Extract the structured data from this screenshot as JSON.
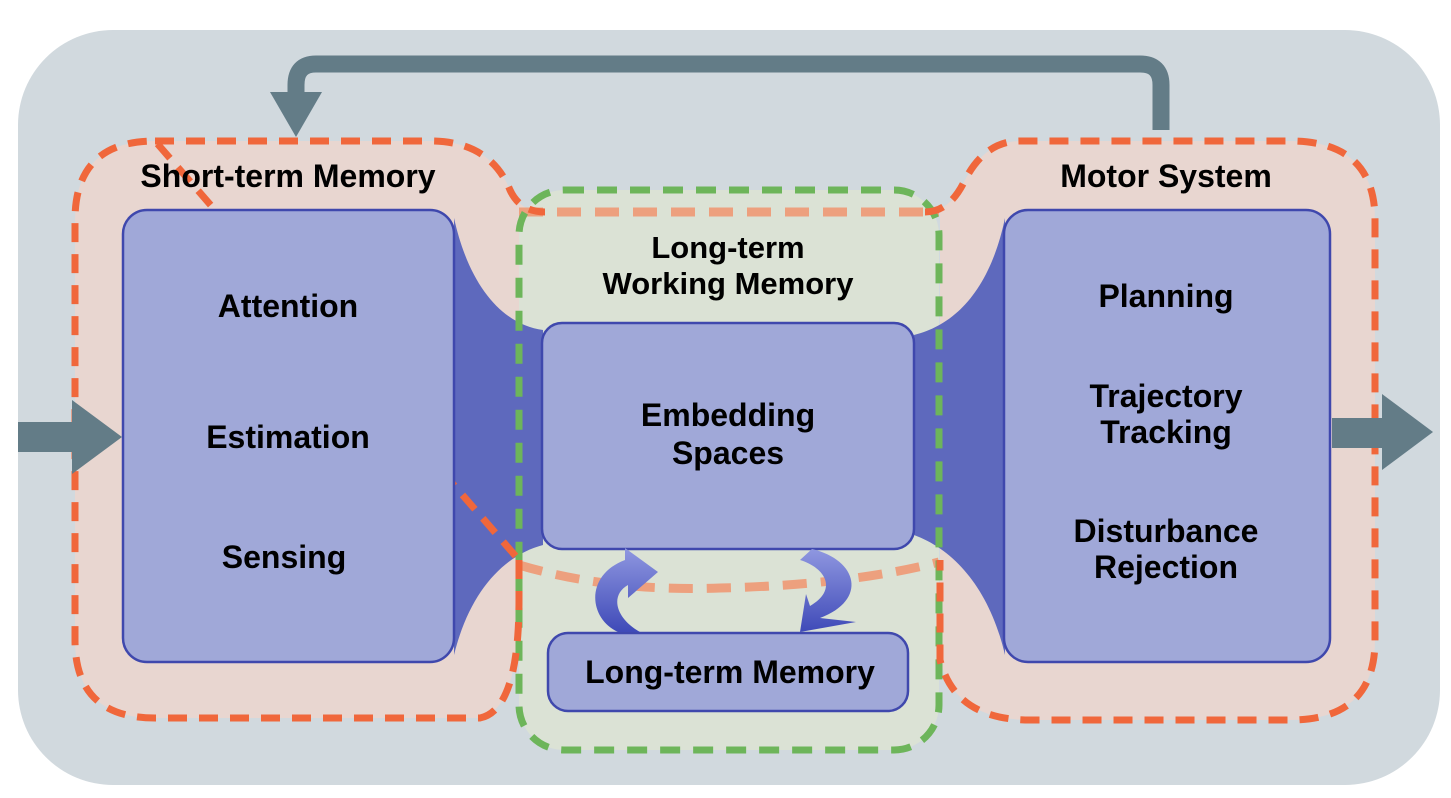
{
  "colors": {
    "canvas_bg": "#d1d9de",
    "region_fill": "#e8d6d0",
    "region_border": "#f0673b",
    "working_fill": "#dbe2d5",
    "working_border": "#6db55a",
    "box_fill": "#a0a8d8",
    "box_border": "#3f48ad",
    "funnel": "#5e69bd",
    "arrow": "#637c87",
    "cycle_arrow": "#5460c4",
    "inner_dash": "#eda07e"
  },
  "short_term": {
    "title": "Short-term Memory",
    "items": [
      "Attention",
      "Estimation",
      "Sensing"
    ]
  },
  "working_memory": {
    "title_line1": "Long-term",
    "title_line2": "Working Memory",
    "core_line1": "Embedding",
    "core_line2": "Spaces"
  },
  "long_term": {
    "label": "Long-term Memory"
  },
  "motor": {
    "title": "Motor System",
    "items": [
      {
        "line1": "Planning",
        "line2": ""
      },
      {
        "line1": "Trajectory",
        "line2": "Tracking"
      },
      {
        "line1": "Disturbance",
        "line2": "Rejection"
      }
    ]
  }
}
